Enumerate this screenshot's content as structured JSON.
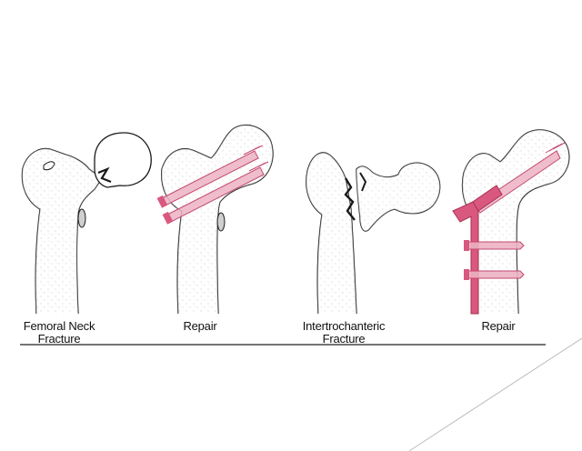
{
  "figures": [
    {
      "caption_line1": "Femoral Neck",
      "caption_line2": "Fracture"
    },
    {
      "caption_line1": "Repair",
      "caption_line2": ""
    },
    {
      "caption_line1": "Intertrochanteric",
      "caption_line2": "Fracture"
    },
    {
      "caption_line1": "Repair",
      "caption_line2": ""
    }
  ],
  "colors": {
    "implant_fill": "#ecb1c3",
    "implant_stroke": "#c4496f",
    "plate_fill": "#d9587f",
    "bone_stroke": "#1a1a1a",
    "baseline": "#222222",
    "corner_line": "#bdbdbd"
  }
}
